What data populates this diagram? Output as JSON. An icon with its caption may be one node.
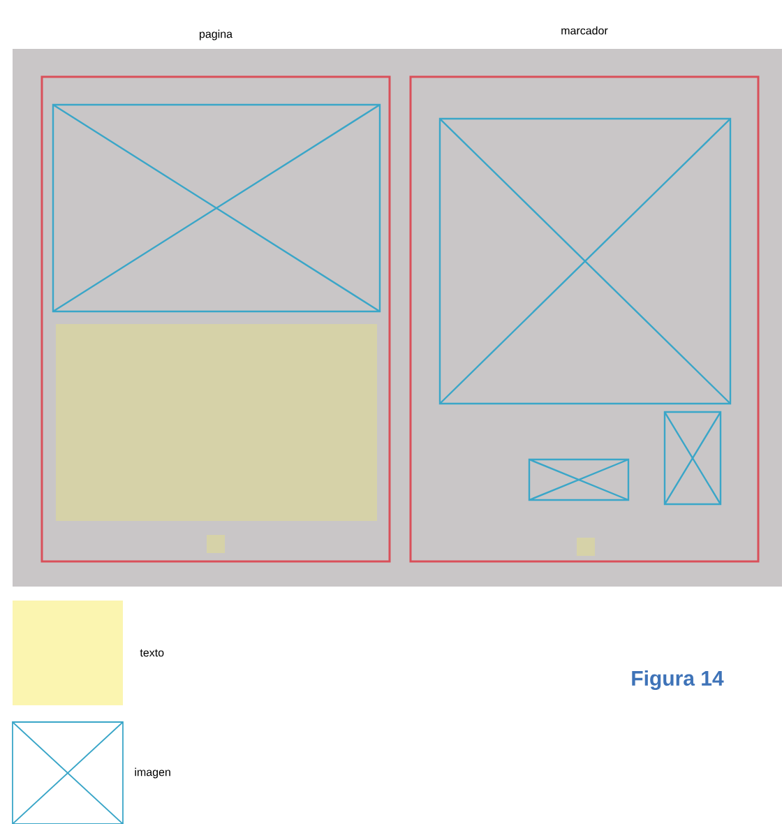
{
  "diagram": {
    "caption": "Figura 14",
    "nodes": [
      {
        "text": [
          "pagina"
        ]
      },
      {
        "text": [
          "marcador"
        ]
      }
    ],
    "legend": [
      {
        "text": "texto",
        "color": "#fbf5b0"
      },
      {
        "text": "imagen"
      }
    ]
  }
}
